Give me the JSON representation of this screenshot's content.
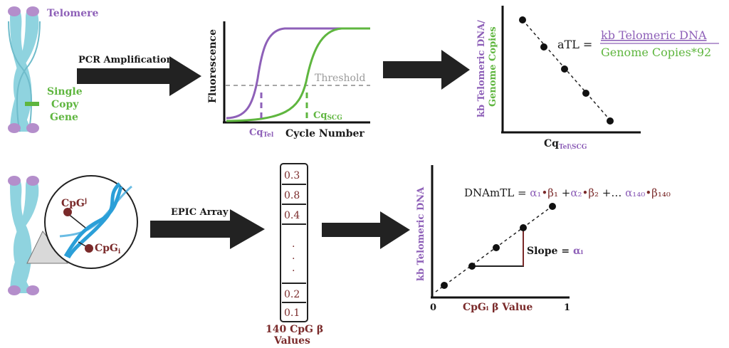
{
  "colors": {
    "purple": "#8e60b8",
    "green": "#5fb63f",
    "maroon": "#7a2a2a",
    "chromosome": "#8fd3df",
    "telomere": "#b48ecb",
    "dna_blue": "#2b9fd8"
  },
  "top": {
    "telomere_label": "Telomere",
    "single_copy_gene_label": [
      "Single",
      "Copy",
      "Gene"
    ],
    "pcr_label": "PCR Amplification",
    "qpcr_plot": {
      "ylabel": "Fluorescence",
      "xlabel": "Cycle Number",
      "threshold_label": "Threshold",
      "cq_tel": {
        "main": "Cq",
        "sub": "Tel"
      },
      "cq_scg": {
        "main": "Cq",
        "sub": "SCG"
      }
    },
    "standard_curve": {
      "ylabel_top": "kb Telomeric DNA/",
      "ylabel_bottom": "Genome Copies",
      "xlabel": {
        "main": "Cq",
        "sub": "Tel\\SCG"
      },
      "equation_lhs": "aTL = ",
      "numerator": "kb Telomeric DNA",
      "denominator": "Genome Copies*92"
    }
  },
  "bottom": {
    "cpg_j": {
      "main": "CpG",
      "sub": "j"
    },
    "cpg_i": {
      "main": "CpG",
      "sub": "i"
    },
    "epic_label": "EPIC Array",
    "beta_values": [
      "0.3",
      "0.8",
      "0.4",
      ".",
      ".",
      ".",
      "0.2",
      "0.1"
    ],
    "beta_caption": [
      "140 CpG β",
      "Values"
    ],
    "regression": {
      "ylabel": "kb Telomeric DNA",
      "xlabel": "CpGᵢ β Value",
      "x_min": "0",
      "x_max": "1",
      "equation": {
        "lhs": "DNAmTL = ",
        "a1": "α₁",
        "b1": "•β₁",
        "plus1": " +",
        "a2": "α₂",
        "b2": "•β₂",
        "plus2": " +… ",
        "a140": "α₁₄₀",
        "b140": "•β₁₄₀"
      },
      "slope_label": "Slope = ",
      "slope_symbol": "αᵢ"
    }
  }
}
